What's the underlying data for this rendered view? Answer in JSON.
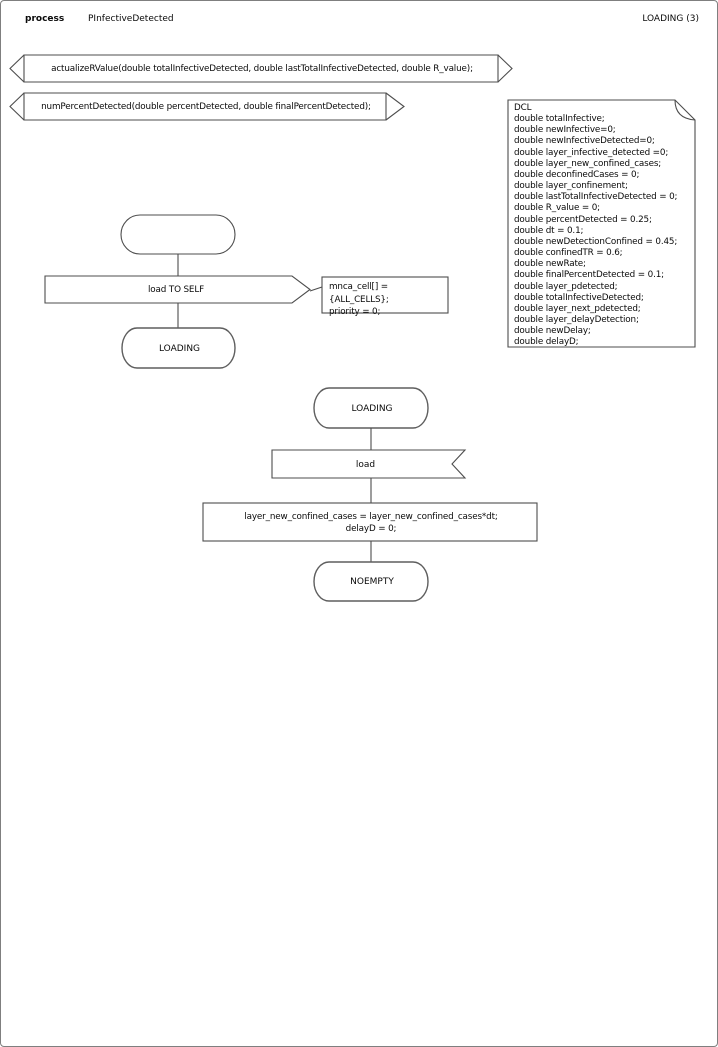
{
  "header": {
    "kind_label": "process",
    "process_name": "PInfectiveDetected",
    "page_label": "LOADING (3)"
  },
  "declarations": {
    "procedures": [
      {
        "signature": "actualizeRValue(double totalInfectiveDetected, double lastTotalInfectiveDetected, double R_value);"
      },
      {
        "signature": "numPercentDetected(double percentDetected, double finalPercentDetected);"
      }
    ],
    "dcl_text": "DCL\ndouble totalInfective;\ndouble newInfective=0;\ndouble newInfectiveDetected=0;\ndouble layer_infective_detected =0;\ndouble layer_new_confined_cases;\ndouble deconfinedCases = 0;\ndouble layer_confinement;\ndouble lastTotalInfectiveDetected = 0;\ndouble R_value = 0;\ndouble percentDetected = 0.25;\ndouble dt = 0.1;\ndouble newDetectionConfined = 0.45;\ndouble confinedTR = 0.6;\ndouble newRate;\ndouble finalPercentDetected = 0.1;\ndouble layer_pdetected;\ndouble totalInfectiveDetected;\ndouble layer_next_pdetected;\ndouble layer_delayDetection;\ndouble newDelay;\ndouble delayD;"
  },
  "start_flow": {
    "output_label": "load TO SELF",
    "output_params": "mnca_cell[] = {ALL_CELLS};\npriority = 0;",
    "next_state": "LOADING"
  },
  "loading_flow": {
    "state": "LOADING",
    "input_label": "load",
    "task_text": "layer_new_confined_cases = layer_new_confined_cases*dt;\ndelayD = 0;",
    "next_state": "NOEMPTY"
  },
  "colors": {
    "shape_stroke": "#4d4d4d",
    "state_stroke": "#5e5e5e",
    "page_border": "#7f7f7f",
    "background": "#ffffff"
  }
}
